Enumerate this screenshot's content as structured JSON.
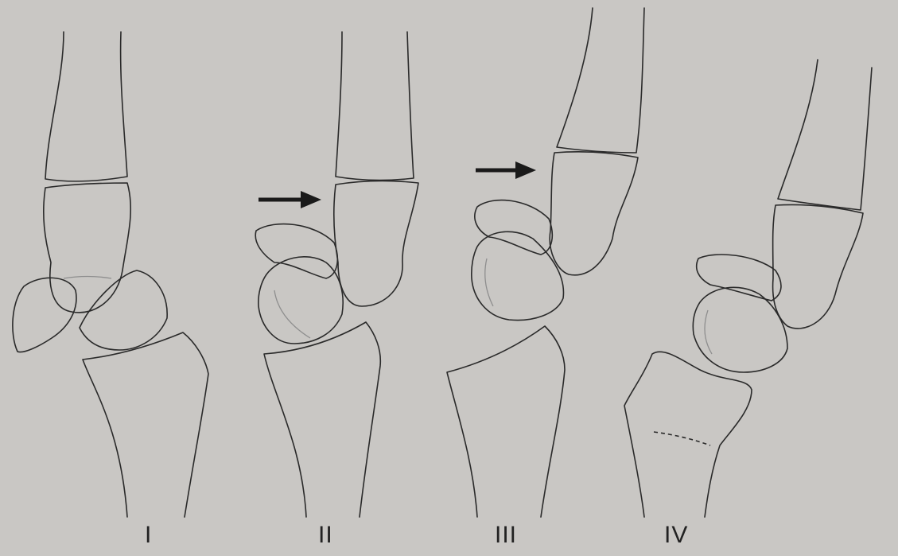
{
  "figure": {
    "stages": [
      {
        "label": "I"
      },
      {
        "label": "II"
      },
      {
        "label": "III"
      },
      {
        "label": "IV"
      }
    ]
  },
  "colors": {
    "background": "#c9c7c4",
    "line": "#2a2a2a",
    "arrow": "#1a1a1a"
  }
}
